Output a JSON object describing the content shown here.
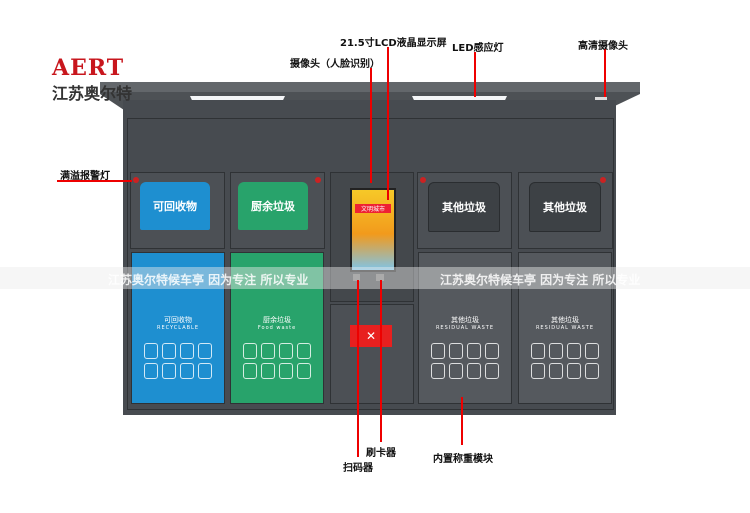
{
  "logo": {
    "brand": "AERT",
    "company": "江苏奥尔特"
  },
  "callouts": {
    "lcd": "21.5寸LCD液晶显示屏",
    "face_camera": "摄像头（人脸识别）",
    "led_light": "LED感应灯",
    "hd_camera": "高清摄像头",
    "overflow_alarm": "满溢报警灯",
    "card_reader": "刷卡器",
    "scanner": "扫码器",
    "weighing": "内置称重模块"
  },
  "lids": [
    "可回收物",
    "厨余垃圾",
    "其他垃圾",
    "其他垃圾"
  ],
  "doors": [
    {
      "cn": "可回收物",
      "en": "RECYCLABLE",
      "color": "#1e8fd0"
    },
    {
      "cn": "厨余垃圾",
      "en": "Food waste",
      "color": "#28a36b"
    },
    {
      "cn": "其他垃圾",
      "en": "RESIDUAL WASTE",
      "color": "#55595e"
    },
    {
      "cn": "其他垃圾",
      "en": "RESIDUAL WASTE",
      "color": "#55595e"
    }
  ],
  "screen": {
    "title": "文明城市"
  },
  "watermark": "江苏奥尔特候车亭  因为专注 所以专业"
}
